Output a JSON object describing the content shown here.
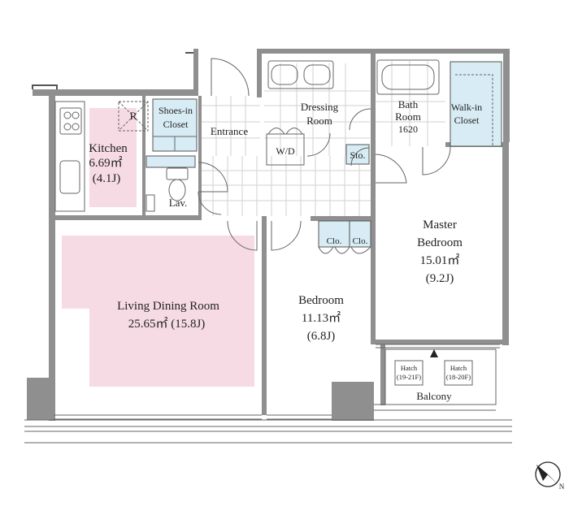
{
  "rooms": {
    "kitchen": {
      "name": "Kitchen",
      "area": "6.69㎡",
      "jo": "(4.1J)"
    },
    "fridge": "R",
    "shoes_closet": {
      "line1": "Shoes-in",
      "line2": "Closet"
    },
    "entrance": "Entrance",
    "dressing_room": {
      "line1": "Dressing",
      "line2": "Room"
    },
    "wd": "W/D",
    "bath_room": {
      "line1": "Bath",
      "line2": "Room",
      "size": "1620"
    },
    "walk_in_closet": {
      "line1": "Walk-in",
      "line2": "Closet"
    },
    "storage": "Sto.",
    "lavatory": "Lav.",
    "closet_left": "Clo.",
    "closet_right": "Clo.",
    "living_dining": {
      "name": "Living Dining Room",
      "area_jo": "25.65㎡  (15.8J)"
    },
    "bedroom": {
      "name": "Bedroom",
      "area": "11.13㎡",
      "jo": "(6.8J)"
    },
    "master_bedroom": {
      "line1": "Master",
      "line2": "Bedroom",
      "area": "15.01㎡",
      "jo": "(9.2J)"
    },
    "hatch_left": {
      "line1": "Hatch",
      "line2": "(19-21F)"
    },
    "hatch_right": {
      "line1": "Hatch",
      "line2": "(18-20F)"
    },
    "balcony": "Balcony"
  },
  "compass": {
    "label": "N",
    "icon": "north-arrow-icon"
  },
  "colors": {
    "wall": "#8f8f8f",
    "closet_fill": "#d7ecf4",
    "floor_highlight": "#f6dbe5",
    "tile_line": "#d2d2d2"
  }
}
